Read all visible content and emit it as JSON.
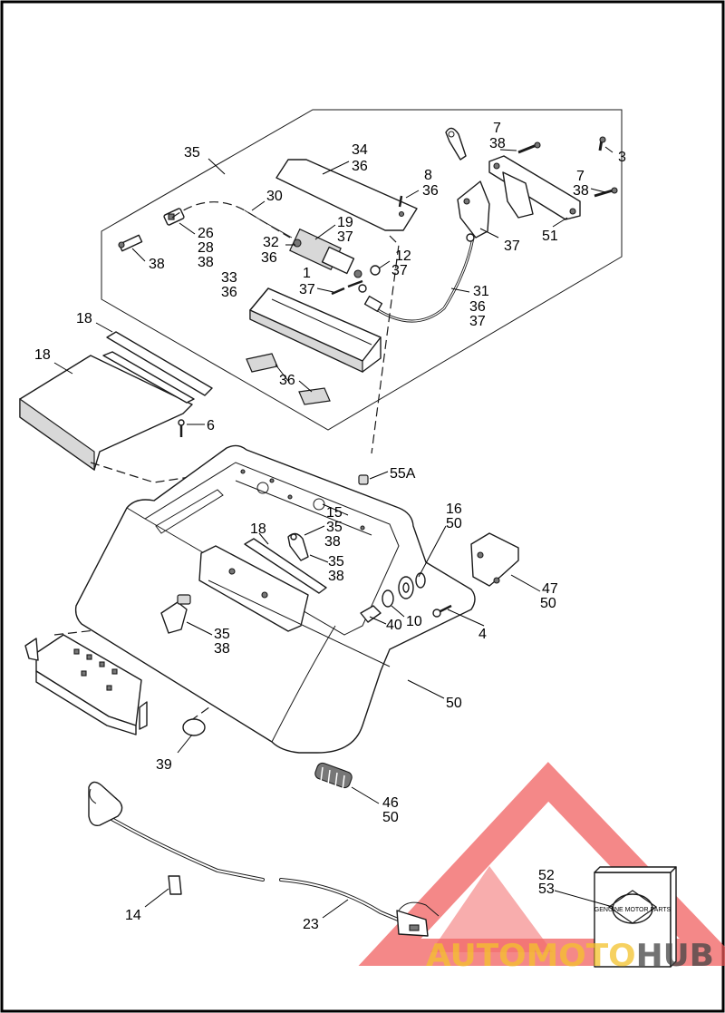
{
  "callouts": {
    "c35": "35",
    "c34": "34",
    "c36a": "36",
    "c7a": "7",
    "c38a": "38",
    "c3": "3",
    "c8": "8",
    "c36b": "36",
    "c7b": "7",
    "c38b": "38",
    "c30": "30",
    "c19": "19",
    "c37a": "37",
    "c26": "26",
    "c28": "28",
    "c38c": "38",
    "c32": "32",
    "c36c": "36",
    "c37b": "37",
    "c51": "51",
    "c12": "12",
    "c37c": "37",
    "c38d": "38",
    "c33": "33",
    "c36d": "36",
    "c1": "1",
    "c37d": "37",
    "c31": "31",
    "c36e": "36",
    "c37e": "37",
    "c18a": "18",
    "c18b": "18",
    "c36f": "36",
    "c6": "6",
    "c55a": "55A",
    "c16": "16",
    "c50a": "50",
    "c15": "15",
    "c35b": "35",
    "c38e": "38",
    "c18c": "18",
    "c35c": "35",
    "c38f": "38",
    "c47": "47",
    "c50b": "50",
    "c40": "40",
    "c10": "10",
    "c4": "4",
    "c35d": "35",
    "c38g": "38",
    "c50c": "50",
    "c39": "39",
    "c46": "46",
    "c50d": "50",
    "c52": "52",
    "c53": "53",
    "c14": "14",
    "c23": "23"
  },
  "watermark": {
    "brand": "AUTOMOTOHUB",
    "logo_text": "GENUINE MOTOR PARTS",
    "accent_color": "#f05a5a",
    "text_color_light": "#f4c22c",
    "text_color_dark": "#444444"
  },
  "colors": {
    "line": "#1a1a1a",
    "background": "#ffffff"
  }
}
